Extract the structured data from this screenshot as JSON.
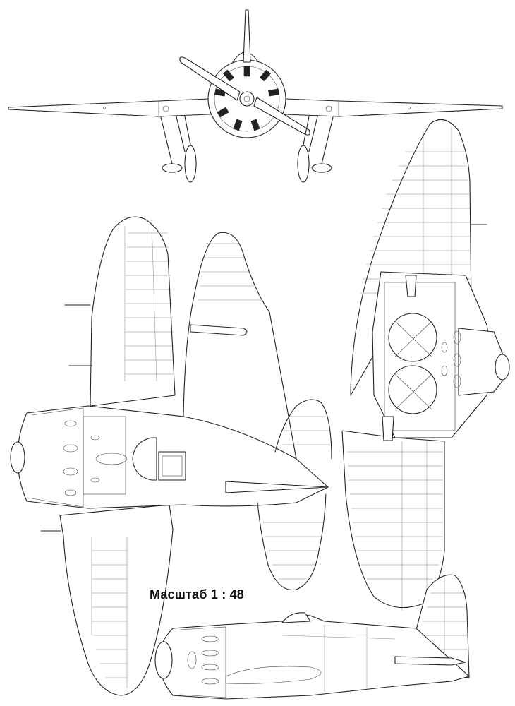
{
  "scale_label": "Масштаб 1 : 48",
  "views": [
    {
      "name": "front-view"
    },
    {
      "name": "underside-view"
    },
    {
      "name": "top-view"
    },
    {
      "name": "side-view"
    }
  ],
  "colors": {
    "line": "#222222",
    "background": "#ffffff"
  }
}
